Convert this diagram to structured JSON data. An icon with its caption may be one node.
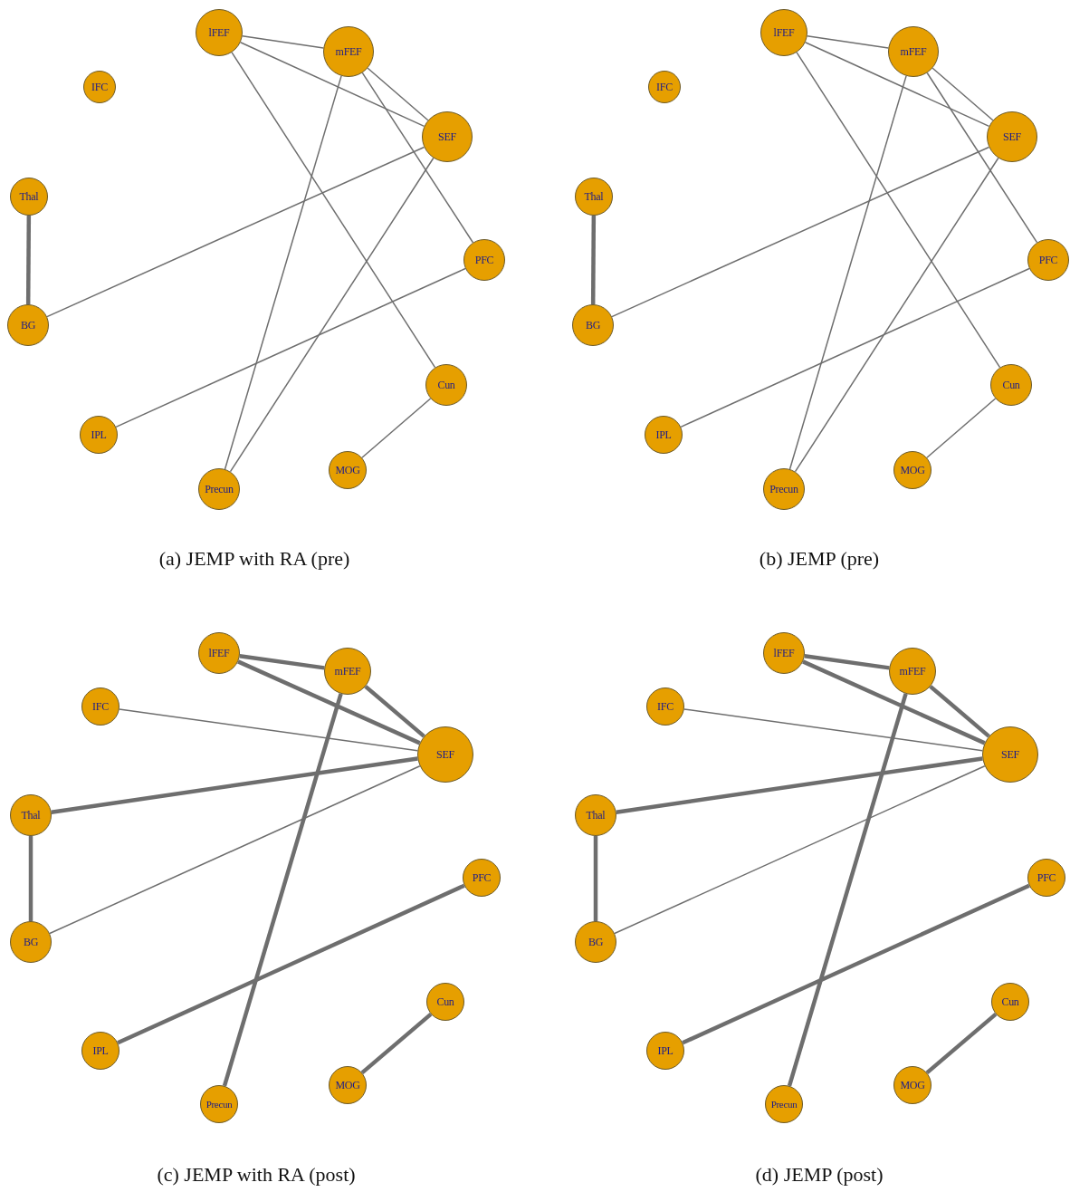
{
  "diagram": {
    "nodes": [
      {
        "text": [
          "lFEF"
        ]
      },
      {
        "text": [
          "mFEF"
        ]
      },
      {
        "text": [
          "IFC"
        ]
      },
      {
        "text": [
          "SEF"
        ]
      },
      {
        "text": [
          "Thal"
        ]
      },
      {
        "text": [
          "PFC"
        ]
      },
      {
        "text": [
          "BG"
        ]
      },
      {
        "text": [
          "Cun"
        ]
      },
      {
        "text": [
          "IPL"
        ]
      },
      {
        "text": [
          "MOG"
        ]
      },
      {
        "text": [
          "Precun"
        ]
      },
      {
        "text": [
          "lFEF"
        ]
      },
      {
        "text": [
          "mFEF"
        ]
      },
      {
        "text": [
          "IFC"
        ]
      },
      {
        "text": [
          "SEF"
        ]
      },
      {
        "text": [
          "Thal"
        ]
      },
      {
        "text": [
          "PFC"
        ]
      },
      {
        "text": [
          "BG"
        ]
      },
      {
        "text": [
          "Cun"
        ]
      },
      {
        "text": [
          "IPL"
        ]
      },
      {
        "text": [
          "MOG"
        ]
      },
      {
        "text": [
          "Precun"
        ]
      },
      {
        "text": [
          "lFEF"
        ]
      },
      {
        "text": [
          "mFEF"
        ]
      },
      {
        "text": [
          "IFC"
        ]
      },
      {
        "text": [
          "SEF"
        ]
      },
      {
        "text": [
          "Thal"
        ]
      },
      {
        "text": [
          "PFC"
        ]
      },
      {
        "text": [
          "BG"
        ]
      },
      {
        "text": [
          "Cun"
        ]
      },
      {
        "text": [
          "IPL"
        ]
      },
      {
        "text": [
          "MOG"
        ]
      },
      {
        "text": [
          "Precun"
        ]
      },
      {
        "text": [
          "lFEF"
        ]
      },
      {
        "text": [
          "mFEF"
        ]
      },
      {
        "text": [
          "IFC"
        ]
      },
      {
        "text": [
          "SEF"
        ]
      },
      {
        "text": [
          "Thal"
        ]
      },
      {
        "text": [
          "PFC"
        ]
      },
      {
        "text": [
          "BG"
        ]
      },
      {
        "text": [
          "Cun"
        ]
      },
      {
        "text": [
          "IPL"
        ]
      },
      {
        "text": [
          "MOG"
        ]
      },
      {
        "text": [
          "Precun"
        ]
      }
    ],
    "edges": [
      {
        "from": 0,
        "to": 1,
        "arrow": "none"
      },
      {
        "from": 0,
        "to": 3,
        "arrow": "none"
      },
      {
        "from": 0,
        "to": 7,
        "arrow": "none"
      },
      {
        "from": 1,
        "to": 3,
        "arrow": "none"
      },
      {
        "from": 1,
        "to": 5,
        "arrow": "none"
      },
      {
        "from": 1,
        "to": 10,
        "arrow": "none"
      },
      {
        "from": 3,
        "to": 6,
        "arrow": "none"
      },
      {
        "from": 3,
        "to": 10,
        "arrow": "none"
      },
      {
        "from": 4,
        "to": 6,
        "arrow": "none",
        "style": "thick"
      },
      {
        "from": 5,
        "to": 8,
        "arrow": "none"
      },
      {
        "from": 7,
        "to": 9,
        "arrow": "none"
      },
      {
        "from": 11,
        "to": 12,
        "arrow": "none"
      },
      {
        "from": 11,
        "to": 14,
        "arrow": "none"
      },
      {
        "from": 11,
        "to": 18,
        "arrow": "none"
      },
      {
        "from": 12,
        "to": 14,
        "arrow": "none"
      },
      {
        "from": 12,
        "to": 16,
        "arrow": "none"
      },
      {
        "from": 12,
        "to": 21,
        "arrow": "none"
      },
      {
        "from": 14,
        "to": 17,
        "arrow": "none"
      },
      {
        "from": 14,
        "to": 21,
        "arrow": "none"
      },
      {
        "from": 15,
        "to": 17,
        "arrow": "none",
        "style": "thick"
      },
      {
        "from": 16,
        "to": 19,
        "arrow": "none"
      },
      {
        "from": 18,
        "to": 20,
        "arrow": "none"
      },
      {
        "from": 22,
        "to": 23,
        "arrow": "none",
        "style": "thick"
      },
      {
        "from": 22,
        "to": 25,
        "arrow": "none",
        "style": "thick"
      },
      {
        "from": 23,
        "to": 25,
        "arrow": "none",
        "style": "thick"
      },
      {
        "from": 23,
        "to": 32,
        "arrow": "none",
        "style": "thick"
      },
      {
        "from": 24,
        "to": 25,
        "arrow": "none"
      },
      {
        "from": 25,
        "to": 26,
        "arrow": "none",
        "style": "thick"
      },
      {
        "from": 25,
        "to": 28,
        "arrow": "none"
      },
      {
        "from": 26,
        "to": 28,
        "arrow": "none",
        "style": "thick"
      },
      {
        "from": 27,
        "to": 30,
        "arrow": "none",
        "style": "thick"
      },
      {
        "from": 29,
        "to": 31,
        "arrow": "none",
        "style": "thick"
      },
      {
        "from": 33,
        "to": 34,
        "arrow": "none",
        "style": "thick"
      },
      {
        "from": 33,
        "to": 36,
        "arrow": "none",
        "style": "thick"
      },
      {
        "from": 34,
        "to": 36,
        "arrow": "none",
        "style": "thick"
      },
      {
        "from": 34,
        "to": 43,
        "arrow": "none",
        "style": "thick"
      },
      {
        "from": 35,
        "to": 36,
        "arrow": "none"
      },
      {
        "from": 36,
        "to": 37,
        "arrow": "none",
        "style": "thick"
      },
      {
        "from": 36,
        "to": 39,
        "arrow": "none"
      },
      {
        "from": 37,
        "to": 39,
        "arrow": "none",
        "style": "thick"
      },
      {
        "from": 38,
        "to": 41,
        "arrow": "none",
        "style": "thick"
      },
      {
        "from": 40,
        "to": 42,
        "arrow": "none",
        "style": "thick"
      }
    ],
    "labels": [
      "(a) JEMP with RA (pre)",
      "(b) JEMP (pre)",
      "(c) JEMP with RA (post)",
      "(d) JEMP (post)"
    ]
  }
}
